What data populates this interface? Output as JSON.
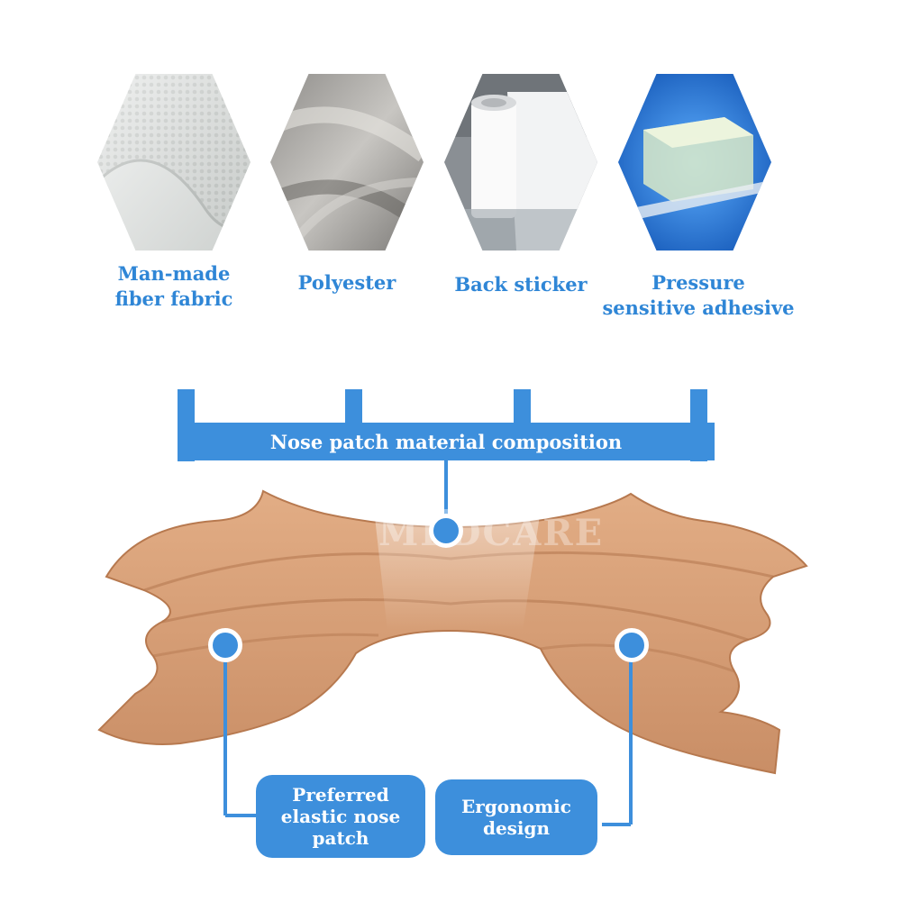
{
  "materials": [
    {
      "label": "Man-made\nfiber fabric"
    },
    {
      "label": "Polyester"
    },
    {
      "label": "Back sticker"
    },
    {
      "label": "Pressure\nsensitive adhesive"
    }
  ],
  "composition_label": "Nose patch material composition",
  "watermark": "MEDCARE",
  "features": [
    {
      "label": "Preferred\nelastic nose\npatch"
    },
    {
      "label": "Ergonomic\ndesign"
    }
  ],
  "colors": {
    "accent": "#3d8fdc",
    "label_blue": "#2f86d6",
    "patch": "#d9a07a"
  }
}
